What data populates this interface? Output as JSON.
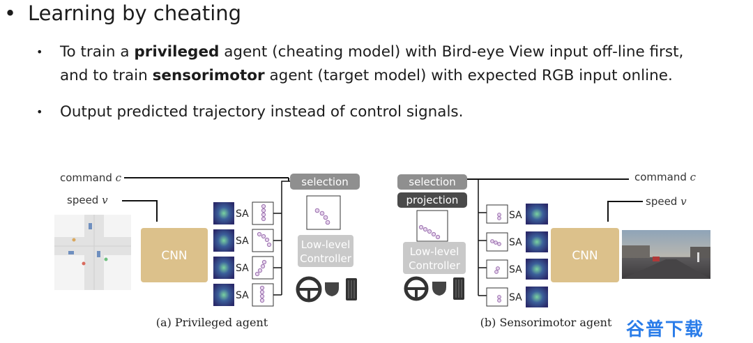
{
  "heading": "Learning by cheating",
  "bullets": [
    {
      "line1_pre": "To train a ",
      "line1_bold": "privileged",
      "line1_post": " agent (cheating model) with Bird-eye View input off-line first,",
      "line2_pre": "and to train ",
      "line2_bold": "sensorimotor",
      "line2_post": " agent (target model) with expected RGB input online."
    },
    {
      "text": "Output predicted trajectory instead of control signals."
    }
  ],
  "figure": {
    "left": {
      "command_label": "command ",
      "command_var": "c",
      "speed_label": "speed ",
      "speed_var": "v",
      "cnn": "CNN",
      "sa": [
        "SA",
        "SA",
        "SA",
        "SA"
      ],
      "selection": "selection",
      "controller_line1": "Low-level",
      "controller_line2": "Controller",
      "caption": "(a) Privileged agent"
    },
    "right": {
      "command_label": "command ",
      "command_var": "c",
      "speed_label": "speed ",
      "speed_var": "v",
      "cnn": "CNN",
      "sa": [
        "SA",
        "SA",
        "SA",
        "SA"
      ],
      "selection": "selection",
      "projection": "projection",
      "controller_line1": "Low-level",
      "controller_line2": "Controller",
      "caption": "(b) Sensorimotor agent"
    }
  },
  "watermark": "谷普下载",
  "colors": {
    "cnn_fill": "#dcc18b",
    "pill_gray": "#8f8f8f",
    "pill_dark": "#4a4a4a",
    "heatmap": "#2f2f73",
    "traj": "#b98bc6"
  }
}
